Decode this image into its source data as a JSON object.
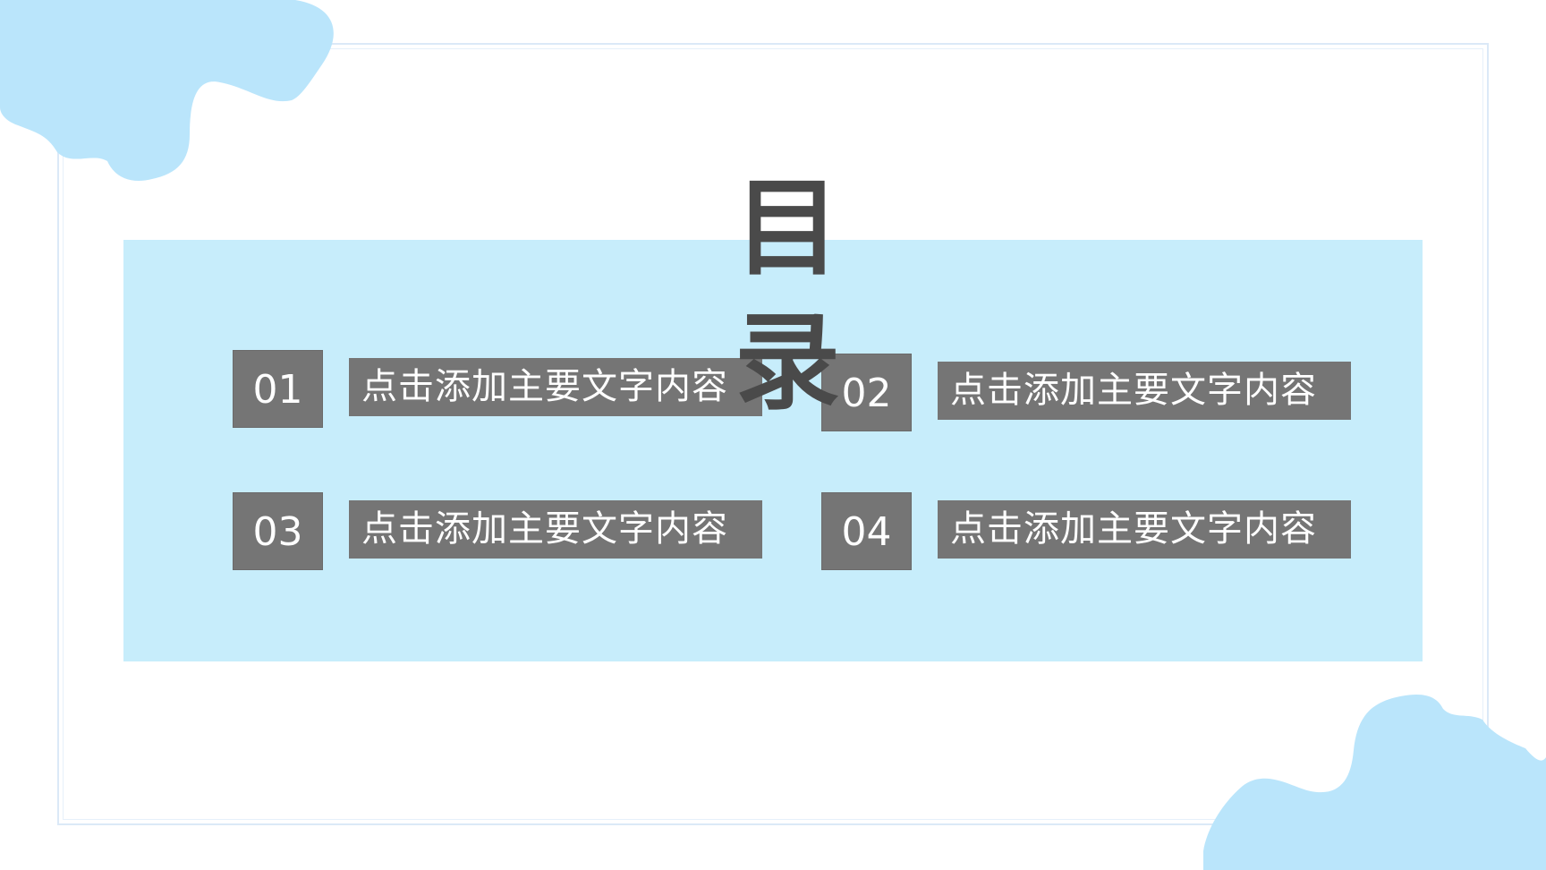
{
  "slide": {
    "title": "目 录",
    "colors": {
      "panel": "#c7edfb",
      "blob": "#bae5fb",
      "box": "#757575",
      "title_text": "#4a4a4a",
      "box_text": "#ffffff"
    },
    "items": [
      {
        "number": "01",
        "text": "点击添加主要文字内容"
      },
      {
        "number": "02",
        "text": "点击添加主要文字内容"
      },
      {
        "number": "03",
        "text": "点击添加主要文字内容"
      },
      {
        "number": "04",
        "text": "点击添加主要文字内容"
      }
    ]
  }
}
